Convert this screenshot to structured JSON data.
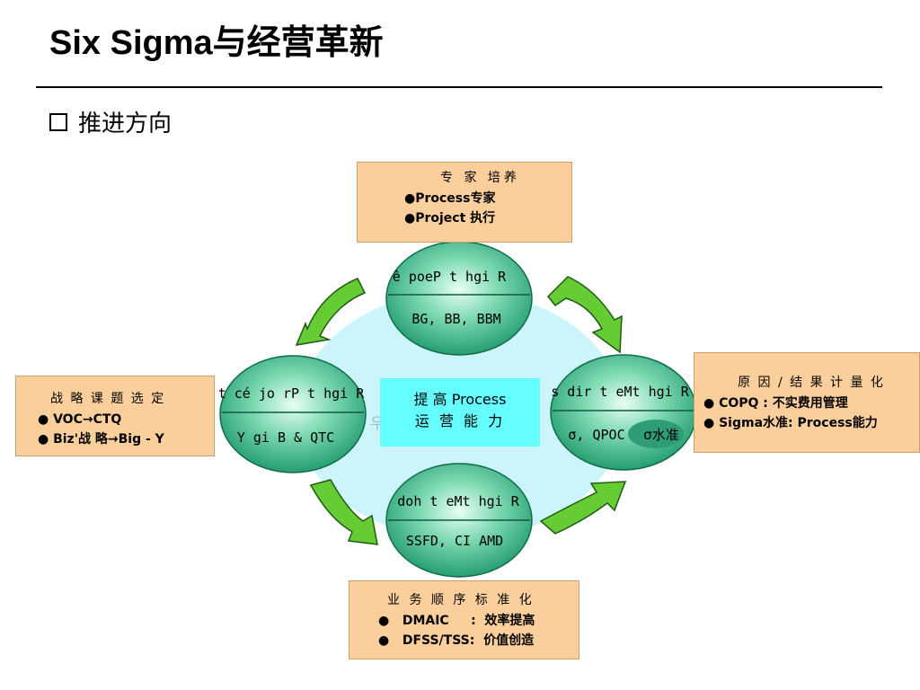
{
  "title": "Six Sigma与经营革新",
  "subtitle": "推进方向",
  "center": {
    "line1": "提 高  Process",
    "line2": "运 营 能 力"
  },
  "faded_glyph": "우",
  "nodes": {
    "top": {
      "upper": "ê poeP t hgi R",
      "lower": "BG, BB, BBM"
    },
    "left": {
      "upper": "t cé jo rP t hgi R",
      "lower": "Y  gi B & QTC"
    },
    "right": {
      "upper": "s dir t eMt hgi R",
      "lower": "σ, QPOC"
    },
    "bottom": {
      "upper": "doh t eMt hgi R",
      "lower": "SSFD, CI AMD"
    }
  },
  "badge": "σ水准",
  "boxes": {
    "top": {
      "heading": "专 家 培养",
      "lines": [
        "●Process专家",
        "●Project 执行"
      ]
    },
    "left": {
      "heading": "战 略 课 题 选 定",
      "lines": [
        "●  VOC→CTQ",
        "●  Biz'战 略→Big - Y"
      ]
    },
    "right": {
      "heading": "原 因 / 结 果  计 量 化",
      "lines": [
        "● COPQ : 不实费用管理",
        "● Sigma水准: Process能力"
      ]
    },
    "bottom": {
      "heading": "业 务 顺 序 标 准 化",
      "lines": [
        "●   DMAIC     :  效率提高",
        "●   DFSS/TSS:  价值创造"
      ]
    }
  },
  "colors": {
    "node": "#3fb98e",
    "pond": "#ccf5fb",
    "box": "#fbcf9c",
    "arrow": "#66cc33",
    "center": "#66ffff"
  }
}
